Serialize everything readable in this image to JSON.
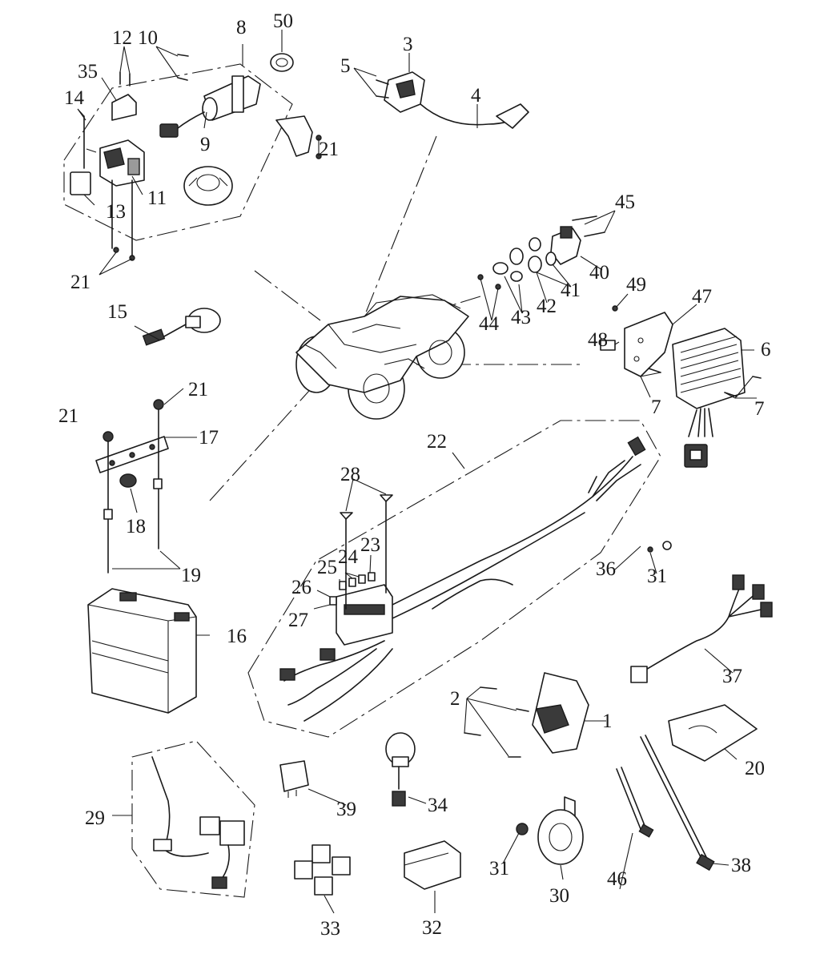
{
  "callouts": {
    "c1": "1",
    "c2": "2",
    "c3": "3",
    "c4": "4",
    "c5": "5",
    "c6": "6",
    "c7a": "7",
    "c7b": "7",
    "c8": "8",
    "c9": "9",
    "c10": "10",
    "c11": "11",
    "c12": "12",
    "c13": "13",
    "c14": "14",
    "c15": "15",
    "c16": "16",
    "c17": "17",
    "c18": "18",
    "c19": "19",
    "c20": "20",
    "c21a": "21",
    "c21b": "21",
    "c21c": "21",
    "c21d": "21",
    "c22": "22",
    "c23": "23",
    "c24": "24",
    "c25": "25",
    "c26": "26",
    "c27": "27",
    "c28": "28",
    "c29": "29",
    "c30": "30",
    "c31a": "31",
    "c31b": "31",
    "c32": "32",
    "c33": "33",
    "c34": "34",
    "c35": "35",
    "c36": "36",
    "c37": "37",
    "c38": "38",
    "c39": "39",
    "c40": "40",
    "c41": "41",
    "c42": "42",
    "c43": "43",
    "c44": "44",
    "c45": "45",
    "c46": "46",
    "c47": "47",
    "c48": "48",
    "c49": "49",
    "c50": "50"
  }
}
